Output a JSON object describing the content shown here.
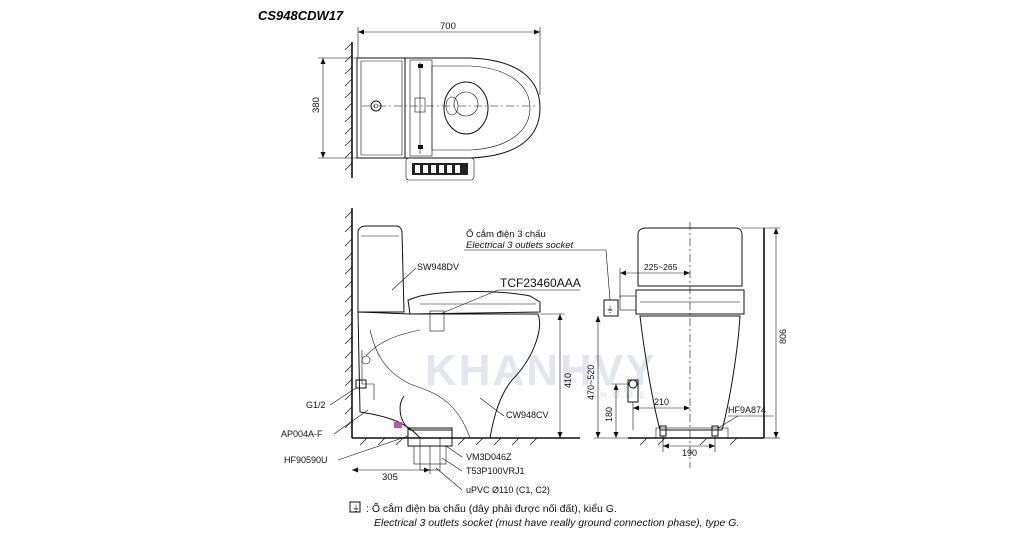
{
  "model_title": "CS948CDW17",
  "watermark": {
    "main": "KHANHVY",
    "sub": "HOME"
  },
  "dimensions": {
    "top_width": "700",
    "top_depth": "380",
    "floor_to_rim": "410",
    "socket_height": "470~520",
    "socket_offset": "225~265",
    "total_height": "806",
    "drain_to_wall": "305",
    "supply_offset": "210",
    "supply_height": "180",
    "drain_width": "190"
  },
  "parts": {
    "tank": "SW948DV",
    "seat": "TCF23460AAA",
    "bowl": "CW948CV",
    "valve": "G1/2",
    "supply": "AP004A-F",
    "flange": "HF90590U",
    "adapter": "VM3D046Z",
    "pipe": "T53P100VRJ1",
    "pvc": "uPVC Ø110 (C1, C2)",
    "bolt": "HF9A874"
  },
  "socket_callout": {
    "vi": "Ổ cắm điện 3 chấu",
    "en": "Electrical 3 outlets socket"
  },
  "footnote": {
    "vi": ": Ổ cắm điện ba chấu (dây phải được nối đất), kiểu G.",
    "en": "Electrical 3 outlets socket (must have really ground connection phase), type G."
  }
}
